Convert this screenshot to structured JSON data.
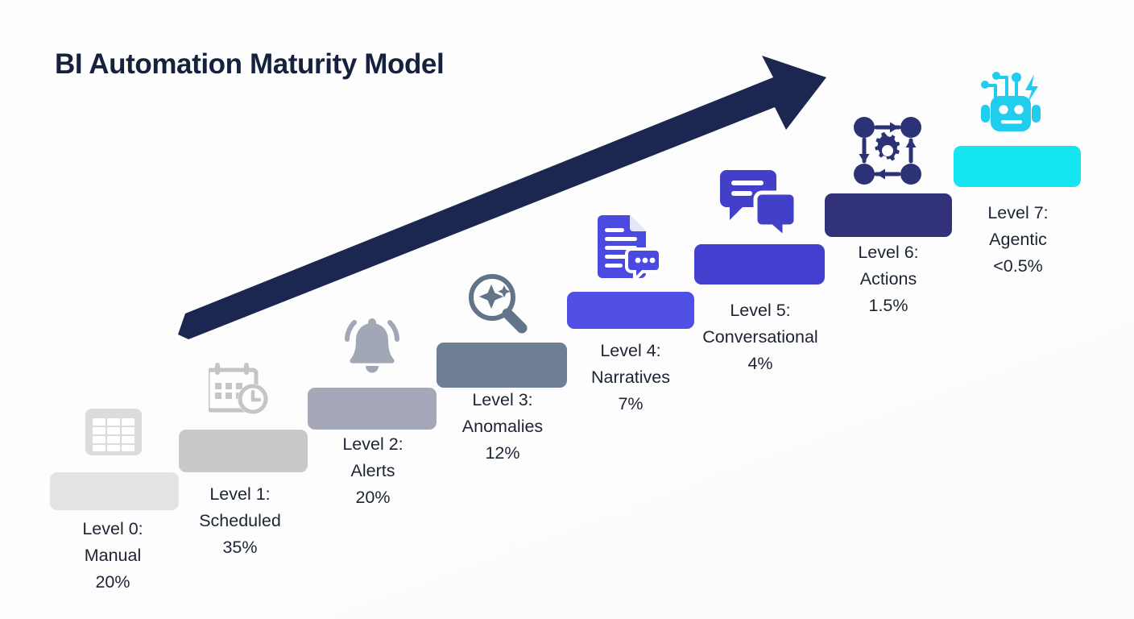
{
  "page": {
    "title": "BI Automation Maturity Model",
    "background_color": "#fdfdfd",
    "title_color": "#16213e",
    "label_color": "#1c2333"
  },
  "arrow": {
    "name": "growth-arrow",
    "color": "#1b2750",
    "direction": "up-right"
  },
  "chart_data": {
    "type": "bar",
    "title": "BI Automation Maturity Model",
    "xlabel": "",
    "ylabel": "",
    "categories": [
      "Level 0: Manual",
      "Level 1: Scheduled",
      "Level 2: Alerts",
      "Level 3: Anomalies",
      "Level 4: Narratives",
      "Level 5: Conversational",
      "Level 6: Actions",
      "Level 7: Agentic"
    ],
    "values": [
      20,
      35,
      20,
      12,
      7,
      4,
      1.5,
      0.5
    ],
    "value_labels": [
      "20%",
      "35%",
      "20%",
      "12%",
      "7%",
      "4%",
      "1.5%",
      "<0.5%"
    ],
    "colors": [
      "#e3e3e5",
      "#c8c9cb",
      "#a4a8b8",
      "#6d7e95",
      "#5050e6",
      "#4440cf",
      "#32327a",
      "#15e5f0"
    ],
    "grid": false,
    "legend": false
  },
  "steps": [
    {
      "id": "level-0",
      "line1": "Level 0:",
      "line2": "Manual",
      "line3": "20%",
      "color": "#e3e3e5",
      "icon": "spreadsheet-icon",
      "icon_color": "#dcdcde"
    },
    {
      "id": "level-1",
      "line1": "Level 1:",
      "line2": "Scheduled",
      "line3": "35%",
      "color": "#c8c9cb",
      "icon": "calendar-clock-icon",
      "icon_color": "#c5c5c7"
    },
    {
      "id": "level-2",
      "line1": "Level 2:",
      "line2": "Alerts",
      "line3": "20%",
      "color": "#a4a8b8",
      "icon": "bell-icon",
      "icon_color": "#a2a7b6"
    },
    {
      "id": "level-3",
      "line1": "Level 3:",
      "line2": "Anomalies",
      "line3": "12%",
      "color": "#6d7e95",
      "icon": "magnifier-sparkle-icon",
      "icon_color": "#637489"
    },
    {
      "id": "level-4",
      "line1": "Level 4:",
      "line2": "Narratives",
      "line3": "7%",
      "color": "#5050e6",
      "icon": "document-chat-icon",
      "icon_color": "#4a4ae0"
    },
    {
      "id": "level-5",
      "line1": "Level 5:",
      "line2": "Conversational",
      "line3": "4%",
      "color": "#4440cf",
      "icon": "chat-bubbles-icon",
      "icon_color": "#4240c8"
    },
    {
      "id": "level-6",
      "line1": "Level 6:",
      "line2": "Actions",
      "line3": "1.5%",
      "color": "#32327a",
      "icon": "workflow-gear-icon",
      "icon_color": "#2c3276"
    },
    {
      "id": "level-7",
      "line1": "Level 7:",
      "line2": "Agentic",
      "line3": "<0.5%",
      "color": "#15e5f0",
      "icon": "robot-icon",
      "icon_color": "#21cdee"
    }
  ]
}
